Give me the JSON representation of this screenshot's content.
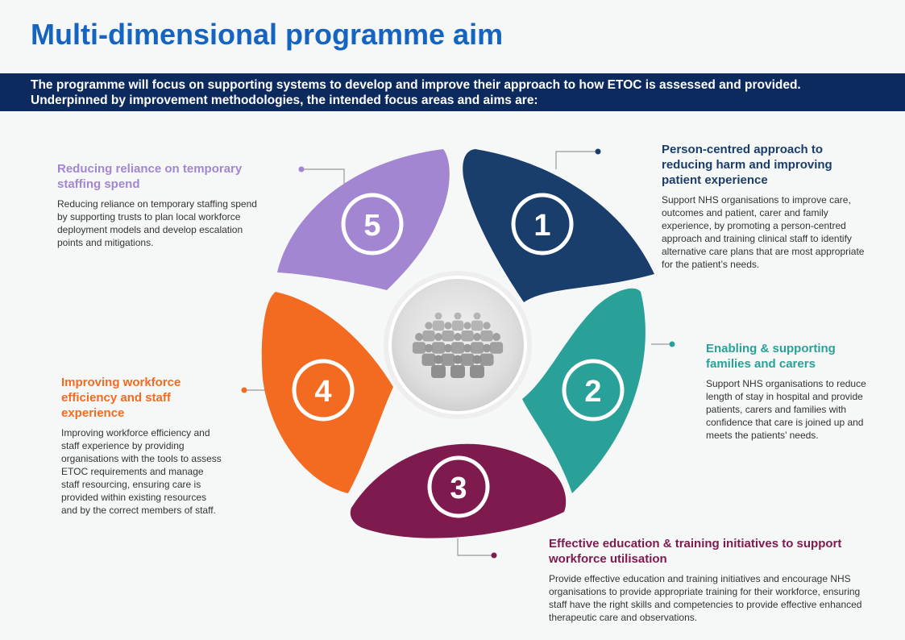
{
  "title": "Multi-dimensional programme aim",
  "banner": {
    "line1": "The programme will focus on supporting systems to develop and improve their approach to how ETOC is assessed and provided.",
    "line2": "Underpinned by improvement methodologies, the intended focus areas and aims are:"
  },
  "colors": {
    "title": "#1565c0",
    "banner": "#0d2a5f",
    "petal_1": "#1a3e6b",
    "petal_2": "#2aa198",
    "petal_3": "#7f1a4f",
    "petal_4": "#f26b21",
    "petal_5": "#a386d1"
  },
  "center_icon": "group-of-people-icon",
  "aims": [
    {
      "number": "1",
      "title": "Person-centred approach to reducing harm and improving patient experience",
      "text": "Support NHS organisations to improve care, outcomes and patient, carer and family experience, by promoting a person-centred approach and training clinical staff to identify alternative care plans that are most appropriate for the patient’s needs."
    },
    {
      "number": "2",
      "title": "Enabling & supporting families and carers",
      "text": "Support NHS organisations to reduce length of stay in hospital and provide patients, carers and families with confidence that care is joined up and meets the patients’ needs."
    },
    {
      "number": "3",
      "title": "Effective education & training initiatives to support workforce utilisation",
      "text": "Provide effective education and training initiatives and encourage NHS organisations to provide appropriate training for their workforce, ensuring staff have the right skills and competencies to provide effective enhanced therapeutic care and observations."
    },
    {
      "number": "4",
      "title": "Improving workforce efficiency and staff experience",
      "text": "Improving workforce efficiency and staff experience by providing organisations with the tools to assess ETOC requirements and manage staff resourcing, ensuring care is provided within existing resources and by the correct members of staff."
    },
    {
      "number": "5",
      "title": "Reducing reliance on temporary staffing spend",
      "text": "Reducing reliance on temporary staffing spend by supporting trusts to plan local workforce deployment models and develop escalation points and mitigations."
    }
  ]
}
